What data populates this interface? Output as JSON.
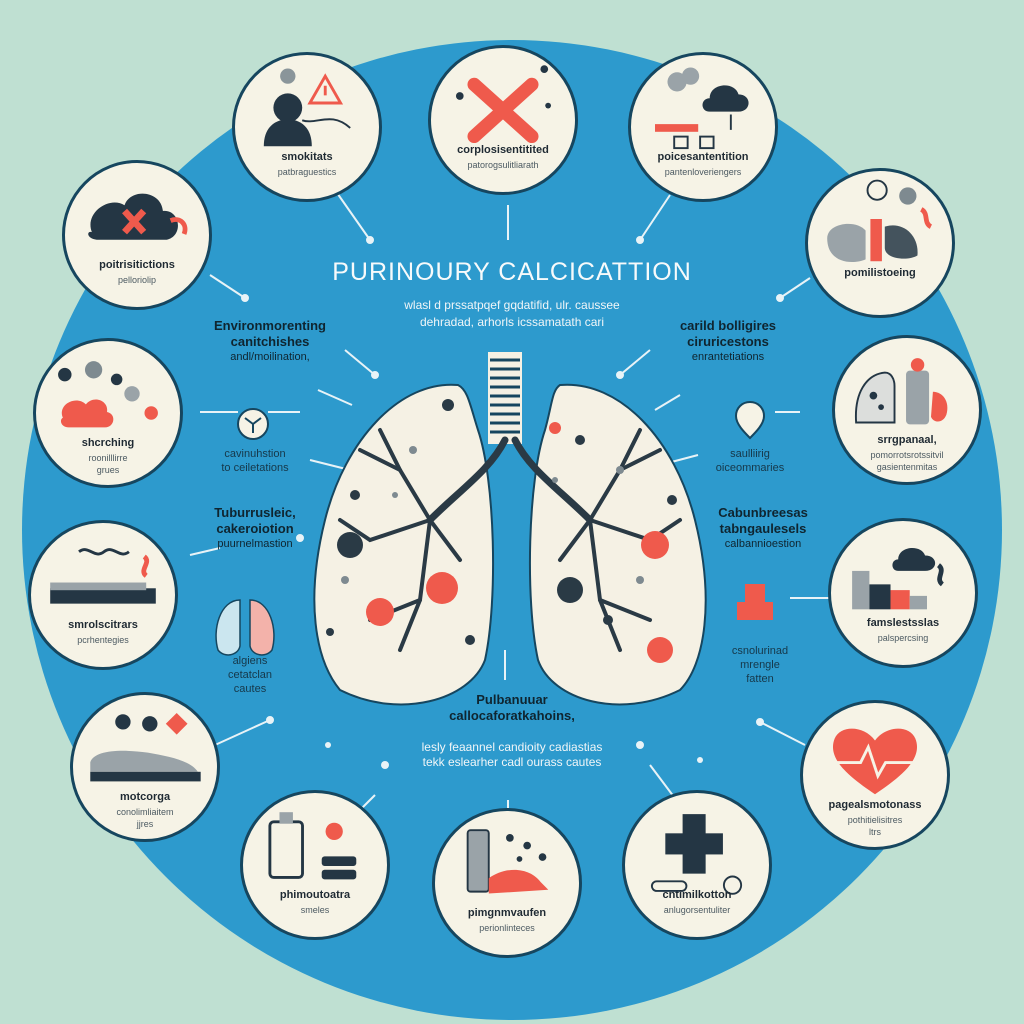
{
  "title": "PURINOURY CALCICATTION",
  "subtitle": [
    "wlasl d prssatpqef gqdatifid, ulr. caussee",
    "dehradad, arhorls icssamatath cari"
  ],
  "top_bubbles": [
    {
      "t1": "smokitats",
      "t2": "patbraguestics"
    },
    {
      "t1": "corplosisentitited",
      "t2": "patorogsulitliarath"
    },
    {
      "t1": "poicesantentition",
      "t2": "pantenloveriengers"
    }
  ],
  "left_bubbles": [
    {
      "t1": "poitrisitictions",
      "t2": "pelloriolip"
    },
    {
      "t1": "shcrching",
      "t2": "roonilllirre",
      "t3": "grues"
    },
    {
      "t1": "smrolscitrars",
      "t2": "pcrhentegies"
    },
    {
      "t1": "motcorga",
      "t2": "conolimliaitem",
      "t3": "jjres"
    }
  ],
  "right_bubbles": [
    {
      "t1": "pomilistoeing",
      "t2": ""
    },
    {
      "t1": "srrgpanaal,",
      "t2": "pomorrotsrotssitvil",
      "t3": "gasientenmitas"
    },
    {
      "t1": "famslestsslas",
      "t2": "palspercsing"
    },
    {
      "t1": "pagealsmotonass",
      "t2": "pothitielisitres",
      "t3": "ltrs"
    }
  ],
  "bottom_bubbles": [
    {
      "t1": "phimoutoatra",
      "t2": "smeles"
    },
    {
      "t1": "pimgnmvaufen",
      "t2": "perionlinteces"
    },
    {
      "t1": "cntimilkotton",
      "t2": "anlugorsentuliter"
    }
  ],
  "left_labels": [
    {
      "lines": [
        "Environmorenting",
        "canitchishes",
        "andl/moilination,"
      ]
    },
    {
      "lines": [
        "cavinuhstion",
        "to ceiletations"
      ]
    },
    {
      "lines": [
        "Tuburrusleic,",
        "cakeroiotion",
        "puurnelmastion"
      ]
    },
    {
      "lines": [
        "algiens",
        "cetatclan",
        "cautes"
      ]
    }
  ],
  "right_labels": [
    {
      "lines": [
        "carild bolligires",
        "ciruricestons",
        "enrantetiations"
      ]
    },
    {
      "lines": [
        "saulliirig",
        "oiceommaries"
      ]
    },
    {
      "lines": [
        "Cabunbreesas",
        "tabngaulesels",
        "calbannioestion"
      ]
    },
    {
      "lines": [
        "csnolurinad",
        "mrengle",
        "fatten"
      ]
    }
  ],
  "center_bottom": {
    "heading": [
      "Pulbanuuar",
      "callocaforatkahoins,"
    ],
    "lines": [
      "lesly feaannel candioity cadiastias",
      "tekk eslearher cadl ourass cautes"
    ]
  },
  "colors": {
    "background": "#bfe0d2",
    "circle": "#2d9acd",
    "bubble": "#f6f3e6",
    "dark": "#16465f",
    "accent_red": "#ef5a4c",
    "lung": "#f5f1e4"
  },
  "icons": {
    "top": [
      "person-warning-icon",
      "red-x-icon",
      "factory-cloud-icon"
    ],
    "left": [
      "smoke-cloud-x-icon",
      "particles-cloud-icon",
      "smoke-wave-icon",
      "pollution-blocks-icon"
    ],
    "right": [
      "lungs-smoke-icon",
      "lung-xray-icon",
      "factory-smoke-icon",
      "heart-pulse-icon"
    ],
    "bottom": [
      "inhaler-bottle-icon",
      "inhaler-pipe-icon",
      "medical-cross-icon"
    ],
    "small": [
      "fan-icon",
      "shield-icon",
      "lung-icon",
      "plus-icon"
    ]
  }
}
